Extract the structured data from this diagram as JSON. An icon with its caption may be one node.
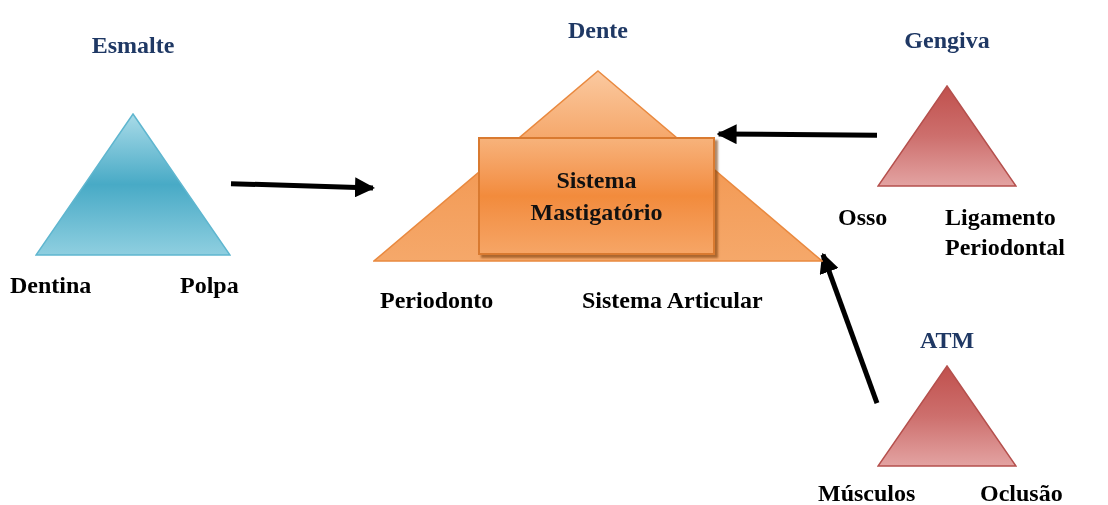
{
  "diagram": {
    "nodes": [
      {
        "text": [
          "Esmalte"
        ],
        "beside": [
          "Dentina",
          "Polpa"
        ]
      },
      {
        "text": [
          "Dente"
        ],
        "beside": [
          "Periodonto",
          "Sistema Articular"
        ]
      },
      {
        "text": [
          "Sistema Mastigatório"
        ],
        "in": 1
      },
      {
        "text": [
          "Gengiva"
        ],
        "beside": [
          "Osso",
          "Ligamento Periodontal"
        ]
      },
      {
        "text": [
          "ATM"
        ],
        "beside": [
          "Músculos",
          "Oclusão"
        ]
      }
    ],
    "edges": [
      {
        "from": 0,
        "to": 1,
        "arrow": "to"
      },
      {
        "from": 3,
        "to": 1,
        "arrow": "to"
      },
      {
        "from": 4,
        "to": 1,
        "arrow": "to"
      }
    ]
  }
}
